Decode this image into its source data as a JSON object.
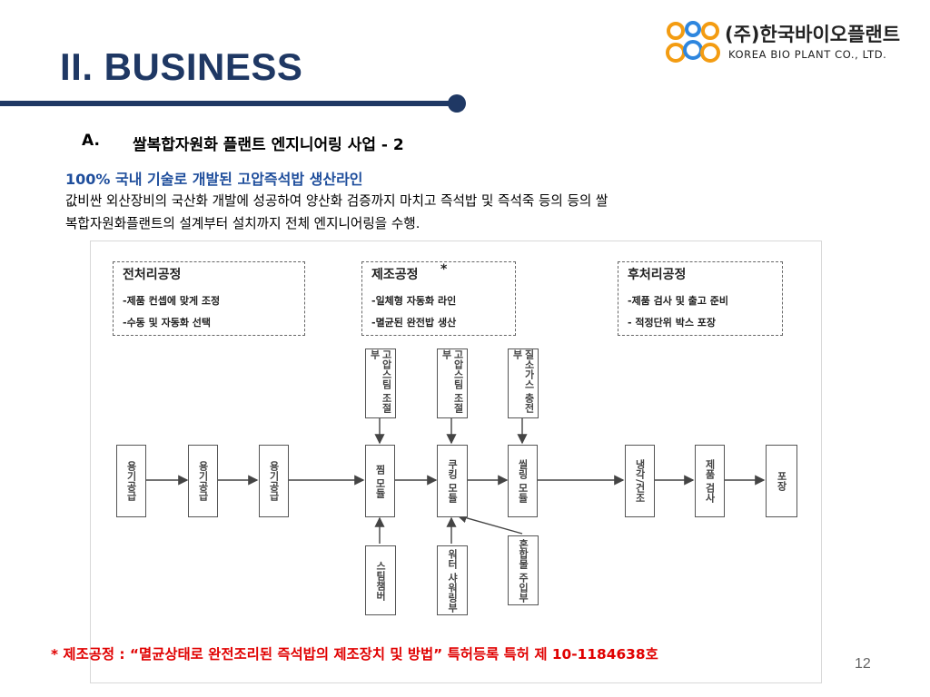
{
  "header": {
    "title": "II. BUSINESS",
    "logo": {
      "korean": "(주)한국바이오플랜트",
      "english": "KOREA BIO PLANT CO., LTD."
    }
  },
  "section": {
    "letter": "A.",
    "title": "쌀복합자원화 플랜트 엔지니어링 사업 - 2"
  },
  "subtitle": "100% 국내 기술로 개발된 고압즉석밥 생산라인",
  "body": [
    "값비싼 외산장비의 국산화 개발에 성공하여 양산화 검증까지 마치고 즉석밥 및 즉석죽 등의 등의 쌀",
    "복합자원화플랜트의 설계부터 설치까지 전체 엔지니어링을 수행."
  ],
  "diagram": {
    "stages": [
      {
        "title": "전처리공정",
        "lines": [
          "-제품 컨셉에 맞게 조정",
          "-수동 및 자동화 선택"
        ]
      },
      {
        "title": "제조공정",
        "star": "*",
        "lines": [
          "-일체형 자동화 라인",
          "-멸균된 완전밥 생산"
        ]
      },
      {
        "title": "후처리공정",
        "lines": [
          "-제품 검사 및 출고 준비",
          "- 적정단위 박스 포장"
        ]
      }
    ],
    "top_units": [
      "고압스팀 조절부",
      "고압스팀 조절부",
      "질소가스 충전부"
    ],
    "process": [
      "용기공급",
      "용기공급",
      "용기공급",
      "찜 모듈",
      "쿠킹 모듈",
      "씰링 모듈",
      "냉각/건조",
      "제품 검사",
      "포장"
    ],
    "bottom_units": [
      "스팀챔버",
      "워터 샤워링부",
      "혼합물 주입부"
    ]
  },
  "footnote": "* 제조공정 : “멸균상태로 완전조리된 즉석밥의 제조장치 및 방법”  특허등록  특허 제 10-1184638호",
  "page_number": "12",
  "colors": {
    "title": "#1f3864",
    "subtitle": "#1f4e9c",
    "footnote": "#e00000"
  }
}
